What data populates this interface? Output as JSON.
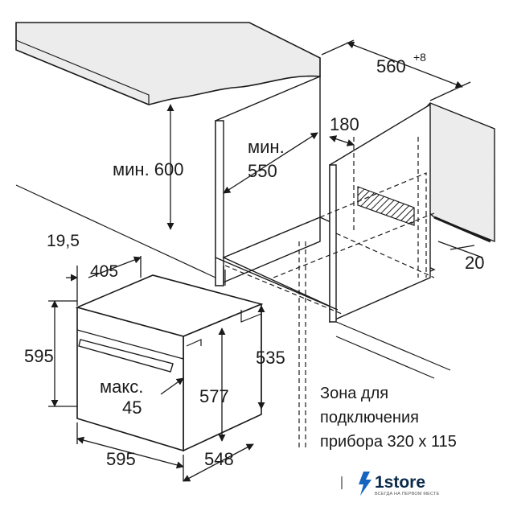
{
  "dimensions": {
    "width_tolerance": "560",
    "width_tolerance_sup": "+8",
    "min_height_label": "мин. 600",
    "min_depth_top": "мин.",
    "min_depth_bottom": "550",
    "vent_depth": "180",
    "rear_gap": "20",
    "front_offset": "19,5",
    "door_depth": "405",
    "oven_height": "595",
    "oven_niche_height": "535",
    "max_label": "макс.",
    "max_value": "45",
    "inner_height": "577",
    "oven_width": "595",
    "oven_depth": "548"
  },
  "note": {
    "line1": "Зона для",
    "line2": "подключения",
    "line3": "прибора 320 x 115"
  },
  "brand": {
    "name": "1store",
    "tagline": "ВСЕГДА НА ПЕРВОМ МЕСТЕ"
  },
  "colors": {
    "line": "#1a1a1a",
    "countertop": "#e9e9e9",
    "brand_blue": "#1565c0"
  }
}
